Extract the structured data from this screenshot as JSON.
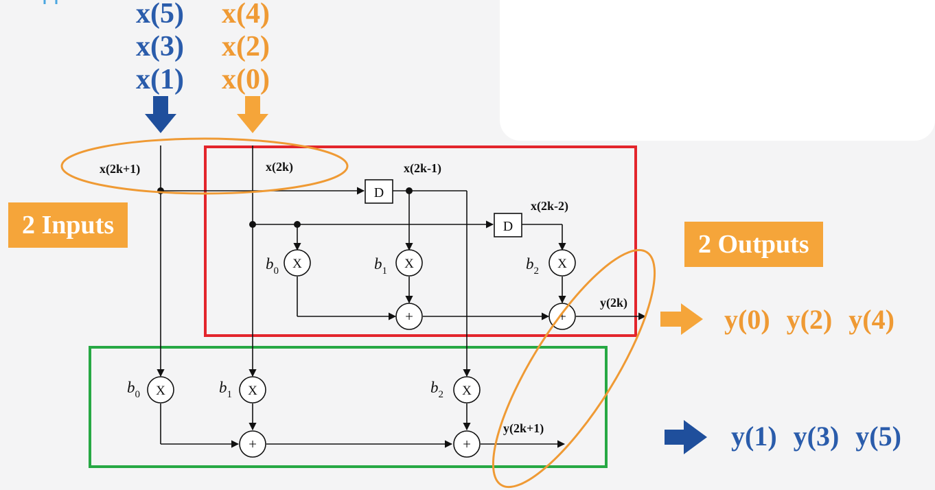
{
  "inputs": {
    "odd_samples": [
      "x(5)",
      "x(3)",
      "x(1)"
    ],
    "even_samples": [
      "x(4)",
      "x(2)",
      "x(0)"
    ],
    "label": "2 Inputs"
  },
  "outputs": {
    "label": "2 Outputs",
    "even_samples": [
      "y(0)",
      "y(2)",
      "y(4)"
    ],
    "odd_samples": [
      "y(1)",
      "y(3)",
      "y(5)"
    ]
  },
  "signals": {
    "x_2k_plus_1": "x(2k+1)",
    "x_2k": "x(2k)",
    "x_2k_minus_1": "x(2k-1)",
    "x_2k_minus_2": "x(2k-2)",
    "y_2k": "y(2k)",
    "y_2k_plus_1": "y(2k+1)"
  },
  "blocks": {
    "delay": "D",
    "multiply": "X",
    "add": "+"
  },
  "coefficients": {
    "b": "b",
    "sub0": "0",
    "sub1": "1",
    "sub2": "2"
  },
  "colors": {
    "blue": "#2a5cab",
    "orange": "#ef9a34",
    "orange_fill": "#f5a53a",
    "red_box": "#e3252c",
    "green_box": "#27a844",
    "navy_arrow": "#1f4f9c"
  }
}
